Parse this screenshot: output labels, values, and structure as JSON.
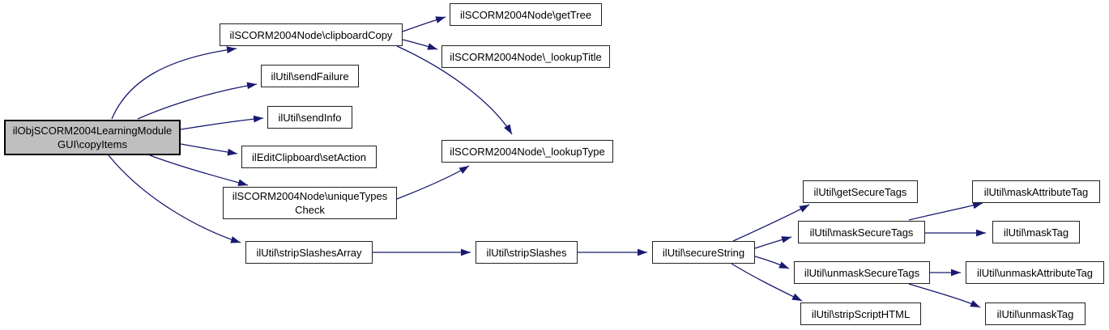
{
  "graph": {
    "kind": "doxygen-call-graph",
    "colors": {
      "edge": "#191970",
      "node_border": "#000000",
      "node_fill": "#ffffff",
      "focus_node_fill": "#bfbfbf",
      "background": "#ffffff"
    },
    "nodes": {
      "copyItems": {
        "line1": "ilObjSCORM2004LearningModule",
        "line2": "GUI\\copyItems"
      },
      "clipboardCopy": {
        "label": "ilSCORM2004Node\\clipboardCopy"
      },
      "getTree": {
        "label": "ilSCORM2004Node\\getTree"
      },
      "lookupTitle": {
        "label": "ilSCORM2004Node\\_lookupTitle"
      },
      "sendFailure": {
        "label": "ilUtil\\sendFailure"
      },
      "sendInfo": {
        "label": "ilUtil\\sendInfo"
      },
      "setAction": {
        "label": "ilEditClipboard\\setAction"
      },
      "lookupType": {
        "label": "ilSCORM2004Node\\_lookupType"
      },
      "uniqueTypesCheck": {
        "line1": "ilSCORM2004Node\\uniqueTypes",
        "line2": "Check"
      },
      "stripSlashesArray": {
        "label": "ilUtil\\stripSlashesArray"
      },
      "stripSlashes": {
        "label": "ilUtil\\stripSlashes"
      },
      "secureString": {
        "label": "ilUtil\\secureString"
      },
      "getSecureTags": {
        "label": "ilUtil\\getSecureTags"
      },
      "maskSecureTags": {
        "label": "ilUtil\\maskSecureTags"
      },
      "maskAttributeTag": {
        "label": "ilUtil\\maskAttributeTag"
      },
      "maskTag": {
        "label": "ilUtil\\maskTag"
      },
      "unmaskSecureTags": {
        "label": "ilUtil\\unmaskSecureTags"
      },
      "unmaskAttributeTag": {
        "label": "ilUtil\\unmaskAttributeTag"
      },
      "stripScriptHTML": {
        "label": "ilUtil\\stripScriptHTML"
      },
      "unmaskTag": {
        "label": "ilUtil\\unmaskTag"
      }
    },
    "edges": [
      {
        "from": "copyItems",
        "to": "clipboardCopy"
      },
      {
        "from": "copyItems",
        "to": "sendFailure"
      },
      {
        "from": "copyItems",
        "to": "sendInfo"
      },
      {
        "from": "copyItems",
        "to": "setAction"
      },
      {
        "from": "copyItems",
        "to": "uniqueTypesCheck"
      },
      {
        "from": "copyItems",
        "to": "stripSlashesArray"
      },
      {
        "from": "clipboardCopy",
        "to": "getTree"
      },
      {
        "from": "clipboardCopy",
        "to": "lookupTitle"
      },
      {
        "from": "clipboardCopy",
        "to": "lookupType"
      },
      {
        "from": "uniqueTypesCheck",
        "to": "lookupType"
      },
      {
        "from": "stripSlashesArray",
        "to": "stripSlashes"
      },
      {
        "from": "stripSlashes",
        "to": "secureString"
      },
      {
        "from": "secureString",
        "to": "getSecureTags"
      },
      {
        "from": "secureString",
        "to": "maskSecureTags"
      },
      {
        "from": "secureString",
        "to": "unmaskSecureTags"
      },
      {
        "from": "secureString",
        "to": "stripScriptHTML"
      },
      {
        "from": "maskSecureTags",
        "to": "maskAttributeTag"
      },
      {
        "from": "maskSecureTags",
        "to": "maskTag"
      },
      {
        "from": "unmaskSecureTags",
        "to": "unmaskAttributeTag"
      },
      {
        "from": "unmaskSecureTags",
        "to": "unmaskTag"
      }
    ]
  }
}
